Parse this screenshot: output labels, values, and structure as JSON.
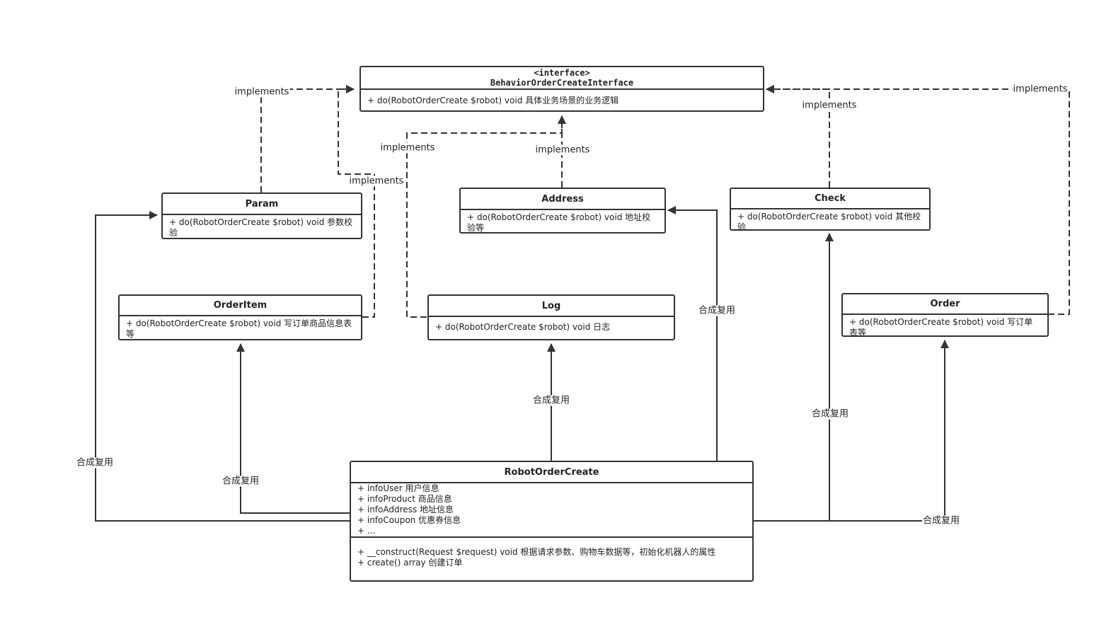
{
  "diagram": {
    "interface": {
      "stereotype": "<interface>",
      "name": "BehaviorOrderCreateInterface",
      "method": "+ do(RobotOrderCreate $robot) void 具体业务场景的业务逻辑"
    },
    "param": {
      "name": "Param",
      "method": "+ do(RobotOrderCreate $robot) void 参数校验"
    },
    "address": {
      "name": "Address",
      "method": "+ do(RobotOrderCreate $robot) void 地址校验等"
    },
    "check": {
      "name": "Check",
      "method": "+ do(RobotOrderCreate $robot) void 其他校验"
    },
    "order_item": {
      "name": "OrderItem",
      "method": "+ do(RobotOrderCreate $robot) void 写订单商品信息表等"
    },
    "log": {
      "name": "Log",
      "method": "+ do(RobotOrderCreate $robot) void 日志"
    },
    "order": {
      "name": "Order",
      "method": "+ do(RobotOrderCreate $robot) void 写订单表等"
    },
    "robot": {
      "name": "RobotOrderCreate",
      "attributes": [
        "+ infoUser 用户信息",
        "+ infoProduct 商品信息",
        "+ infoAddress 地址信息",
        "+ infoCoupon 优惠券信息",
        "+ ..."
      ],
      "methods": [
        "+ __construct(Request $request) void 根据请求参数、购物车数据等，初始化机器人的属性",
        "+ create() array 创建订单"
      ]
    },
    "labels": {
      "implements": "implements",
      "compose": "合成复用"
    }
  }
}
